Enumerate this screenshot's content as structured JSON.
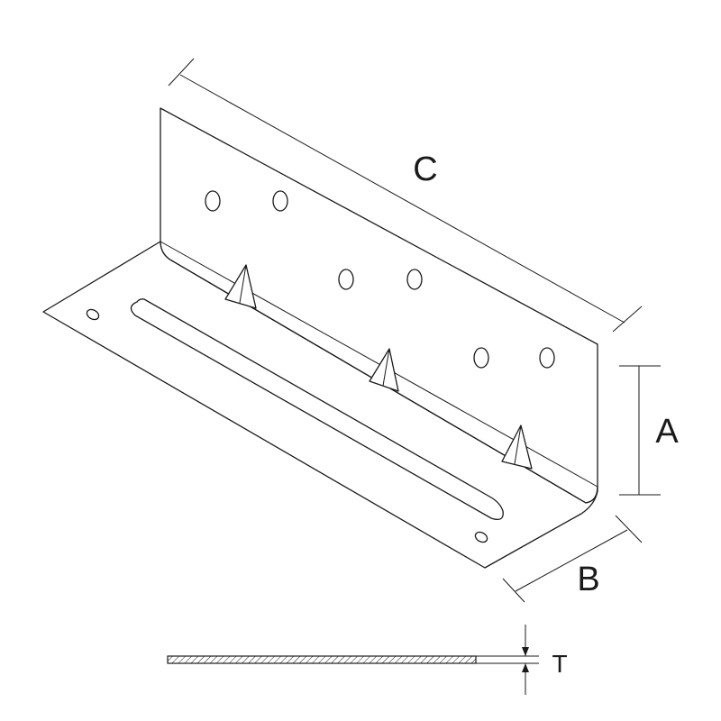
{
  "dimensions": {
    "length": "C",
    "height": "A",
    "width": "B",
    "thickness": "T"
  }
}
